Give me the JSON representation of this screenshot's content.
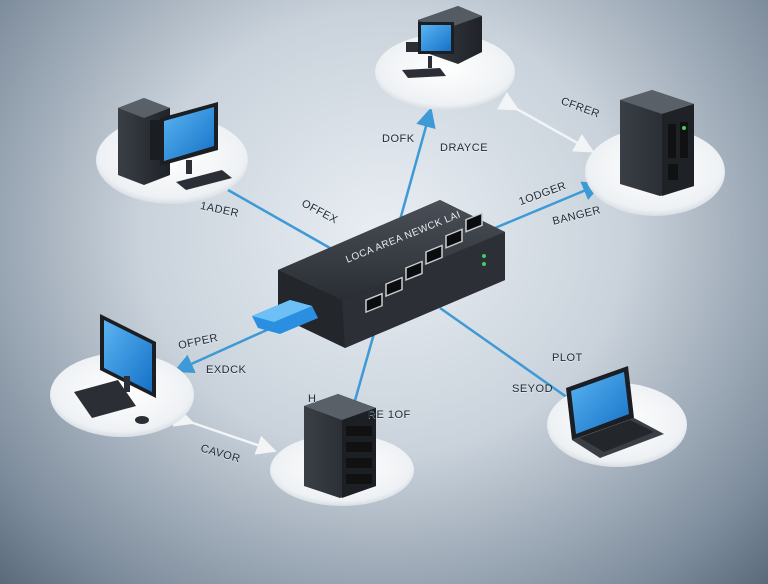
{
  "diagram": {
    "switch_label": "LOCA AREA NEWCK LAI",
    "labels": {
      "dofk": "DOFK",
      "drayce": "DRAYCE",
      "cfrer": "CFRER",
      "lader": "1ADER",
      "offex": "OFFEX",
      "lodger": "1ODGER",
      "banger": "BANGER",
      "offer": "OFPER",
      "exdck": "EXDCK",
      "plot": "PLOT",
      "seyod": "SEYOD",
      "cavor": "CAVOR",
      "rack_tag": "RE 1OF",
      "rack_tag_prefix": "H"
    },
    "colors": {
      "link": "#3d9ad6",
      "screen": "#2a8fe0",
      "device_dark": "#2b2f35",
      "platform": "#f4f6f8"
    }
  }
}
